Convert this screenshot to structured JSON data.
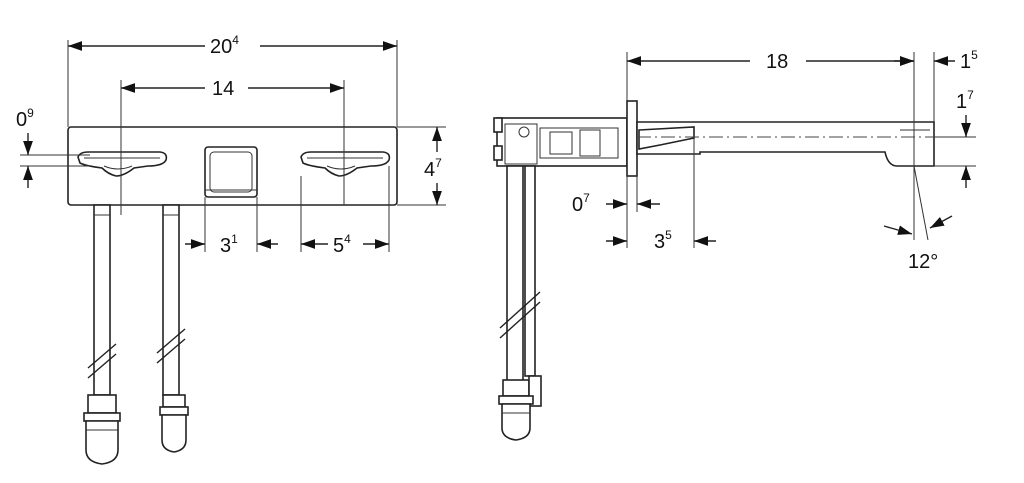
{
  "front_view": {
    "overall_width": {
      "main": "20",
      "sup": "4"
    },
    "handle_spacing": {
      "main": "14",
      "sup": ""
    },
    "height": {
      "main": "4",
      "sup": "7"
    },
    "handle_offset": {
      "main": "0",
      "sup": "9"
    },
    "center_gap": {
      "main": "3",
      "sup": "1"
    },
    "handle_width": {
      "main": "5",
      "sup": "4"
    }
  },
  "side_view": {
    "spout_length": {
      "main": "18",
      "sup": ""
    },
    "tip_offset": {
      "main": "1",
      "sup": "5"
    },
    "tip_height": {
      "main": "1",
      "sup": "7"
    },
    "plate_thickness": {
      "main": "0",
      "sup": "7"
    },
    "projection": {
      "main": "3",
      "sup": "5"
    },
    "angle": "12°"
  }
}
